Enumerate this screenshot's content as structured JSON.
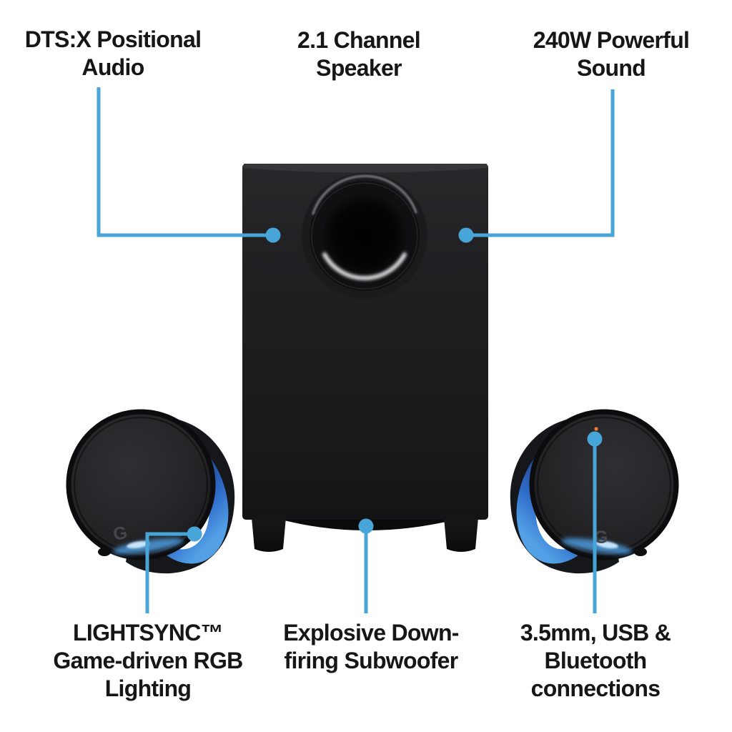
{
  "colors": {
    "background": "#ffffff",
    "accent_blue": "#47a5d8",
    "label_text": "#161616",
    "lighting_blue": "#2f6cc9",
    "led_orange": "#ef7c31",
    "product_black": "#1d1d1f"
  },
  "callouts": {
    "dts": {
      "line1": "DTS:X Positional",
      "line2": "Audio"
    },
    "channel": {
      "line1": "2.1 Channel",
      "line2": "Speaker"
    },
    "watt": {
      "line1": "240W Powerful",
      "line2": "Sound"
    },
    "lightsync": {
      "line1": "LIGHTSYNC™",
      "line2": "Game-driven RGB",
      "line3": "Lighting"
    },
    "subwoofer": {
      "line1": "Explosive Down-",
      "line2": "firing Subwoofer"
    },
    "connections": {
      "line1": "3.5mm, USB &",
      "line2": "Bluetooth",
      "line3": "connections"
    }
  },
  "product": {
    "g_logo_glyph": "G"
  }
}
